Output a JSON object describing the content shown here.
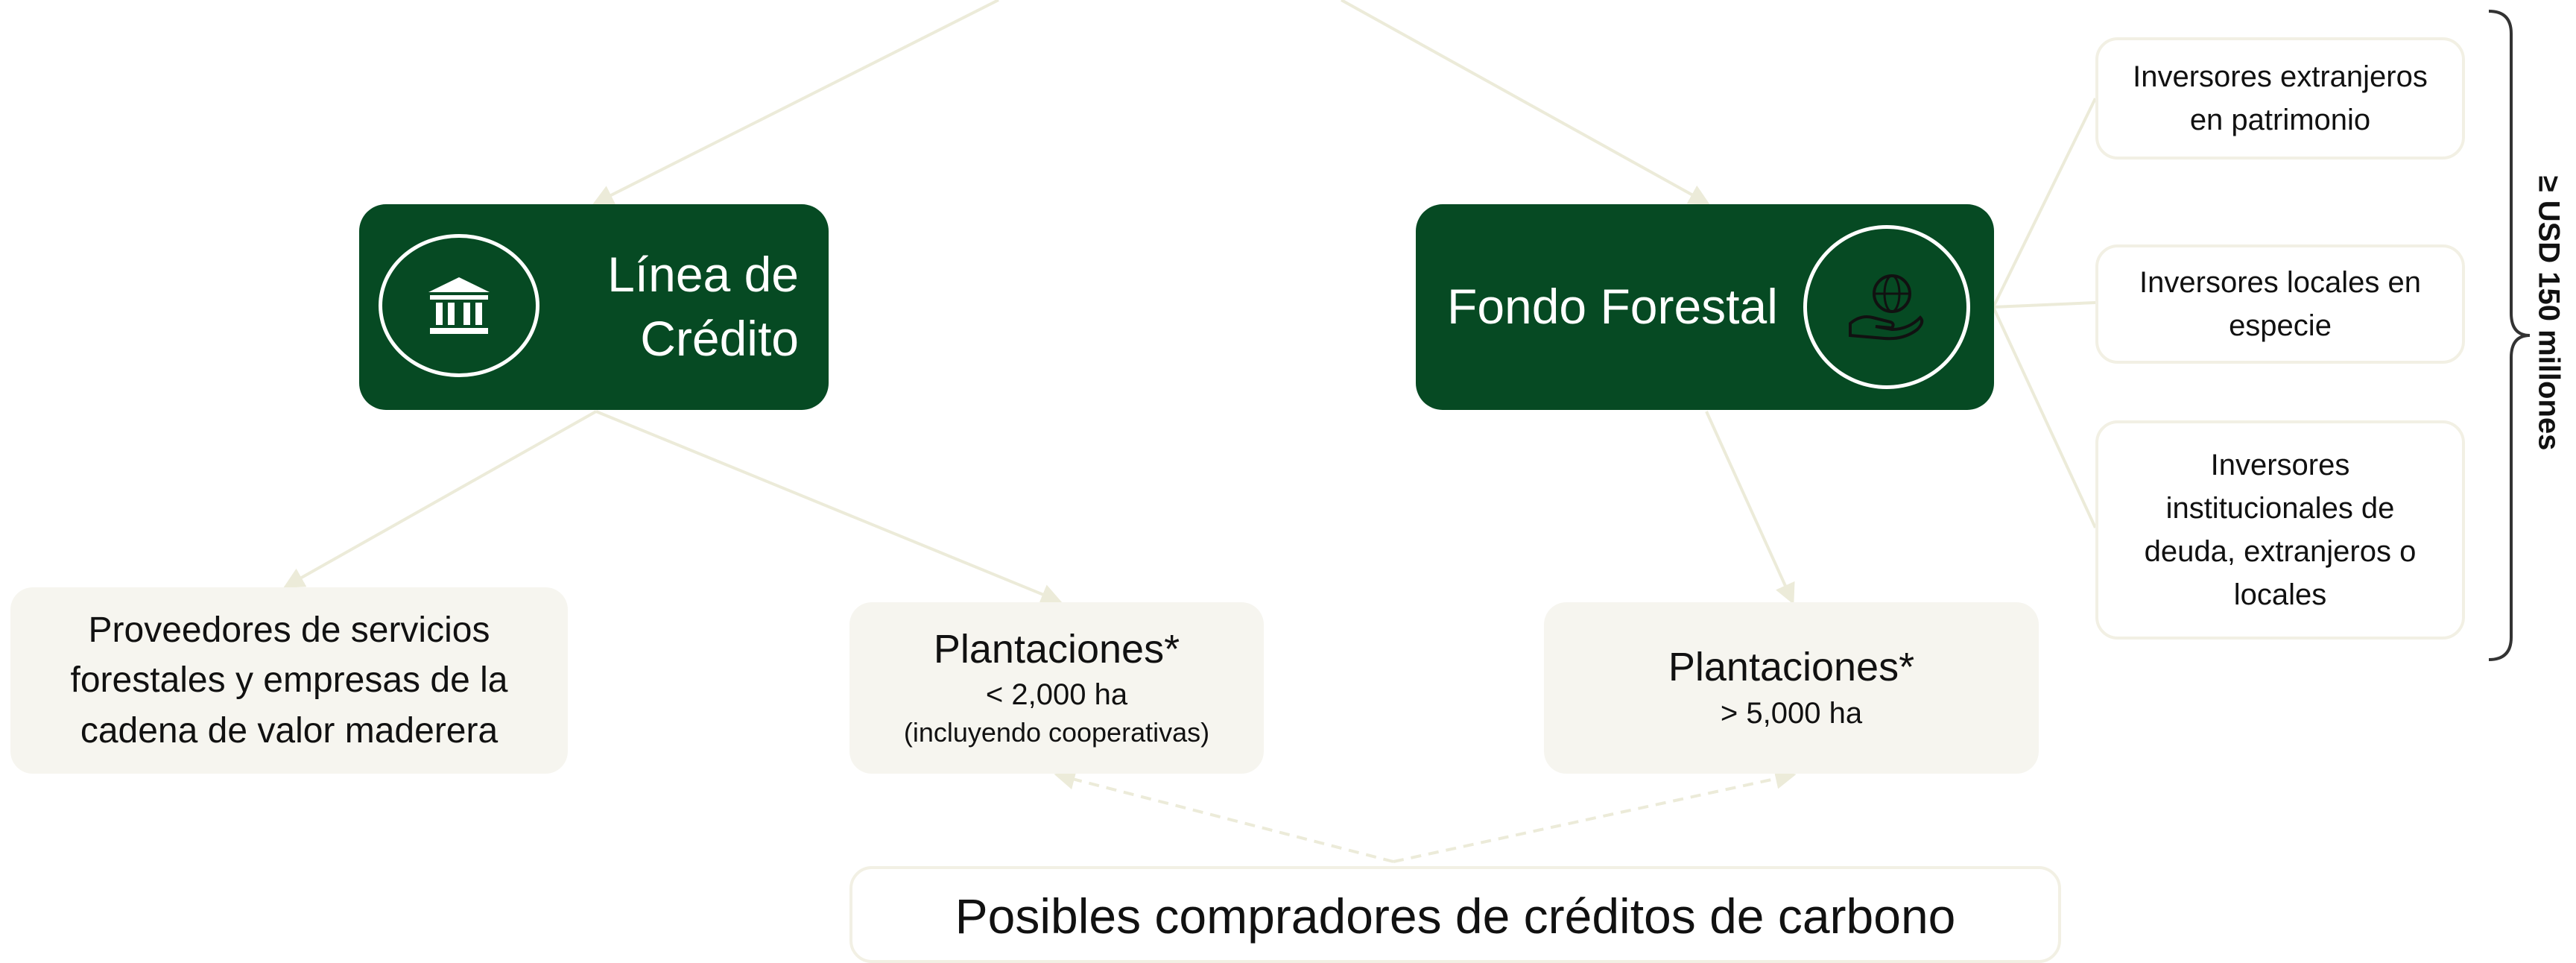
{
  "credit_line": {
    "title": "Línea de Crédito",
    "icon": "bank-icon"
  },
  "forest_fund": {
    "title": "Fondo Forestal",
    "icon": "hand-globe-icon"
  },
  "service_providers": {
    "text": "Proveedores de servicios forestales y empresas de la cadena de valor maderera"
  },
  "plantations_small": {
    "title": "Plantaciones*",
    "size": "< 2,000 ha",
    "note": "(incluyendo cooperativas)"
  },
  "plantations_large": {
    "title": "Plantaciones*",
    "size": "> 5,000 ha"
  },
  "carbon_buyers": {
    "text": "Posibles compradores de créditos de carbono"
  },
  "investors": [
    {
      "text": "Inversores extranjeros en patrimonio"
    },
    {
      "text": "Inversores locales en especie"
    },
    {
      "text": "Inversores institucionales de deuda, extranjeros o locales"
    }
  ],
  "brace": {
    "label": "≥ USD 150 millones"
  },
  "colors": {
    "dark_green": "#064a23",
    "beige": "#f6f5ef",
    "connector": "#ecebd9"
  }
}
